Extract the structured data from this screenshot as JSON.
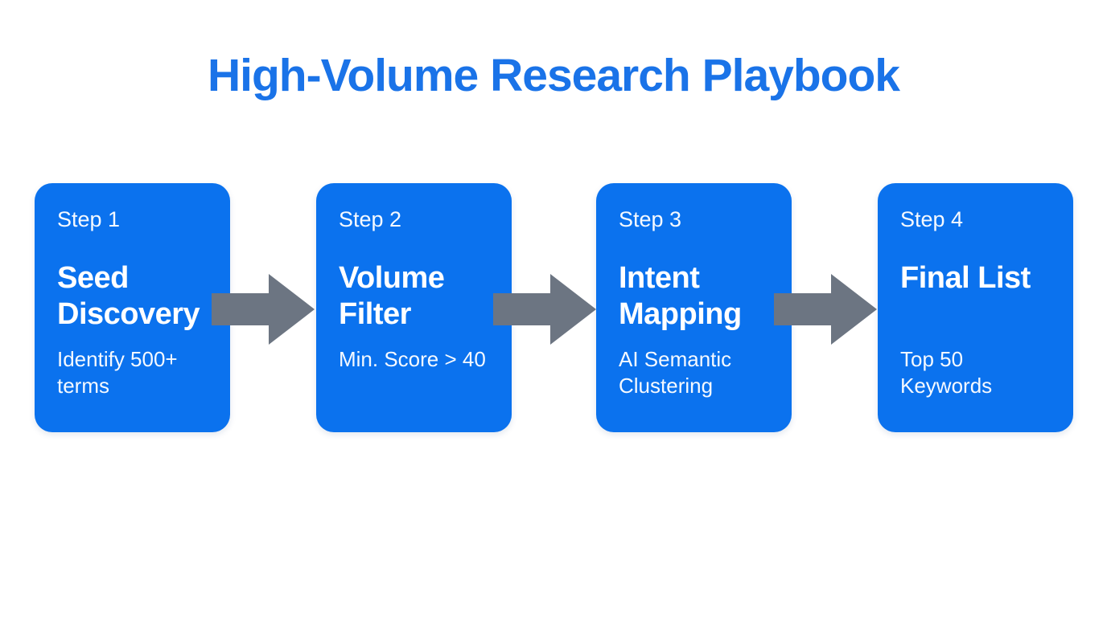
{
  "title": "High-Volume Research Playbook",
  "colors": {
    "card_blue": "#0b72ee",
    "title_blue": "#1a73e8",
    "arrow_gray": "#6c7582",
    "background": "#ffffff",
    "text_white": "#ffffff"
  },
  "steps": [
    {
      "step_label": "Step 1",
      "heading_lines": [
        "Seed",
        "Discovery"
      ],
      "detail_lines": [
        "Identify 500+",
        "terms"
      ]
    },
    {
      "step_label": "Step 2",
      "heading_lines": [
        "Volume",
        "Filter"
      ],
      "detail_lines": [
        "Min. Score > 40"
      ]
    },
    {
      "step_label": "Step 3",
      "heading_lines": [
        "Intent",
        "Mapping"
      ],
      "detail_lines": [
        "AI Semantic",
        "Clustering"
      ]
    },
    {
      "step_label": "Step 4",
      "heading_lines": [
        "Final List"
      ],
      "detail_lines": [
        "Top 50",
        "Keywords"
      ]
    }
  ]
}
